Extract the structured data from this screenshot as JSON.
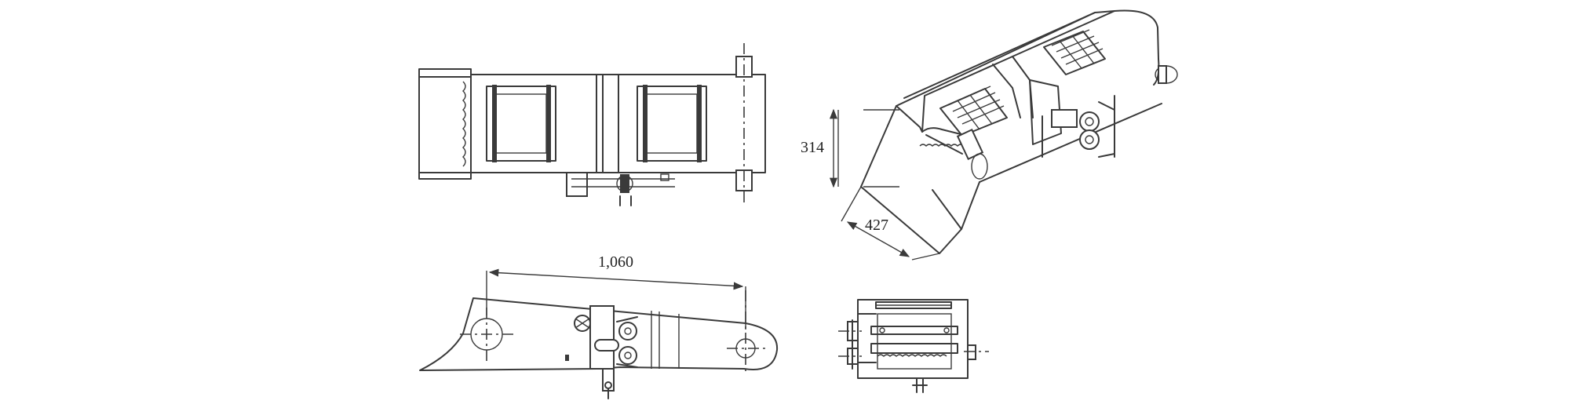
{
  "dimensions": {
    "height": "314",
    "width": "427",
    "length": "1,060"
  },
  "colors": {
    "line": "#3a3a3a",
    "background": "#ffffff"
  }
}
